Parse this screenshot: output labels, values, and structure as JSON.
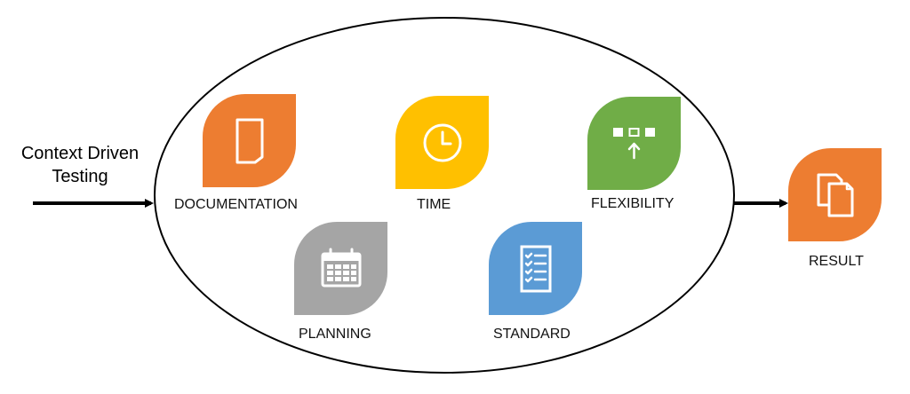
{
  "input": {
    "line1": "Context Driven",
    "line2": "Testing"
  },
  "factors": [
    {
      "label": "DOCUMENTATION",
      "icon": "document-icon",
      "color": "#ED7D31"
    },
    {
      "label": "TIME",
      "icon": "clock-icon",
      "color": "#FFC000"
    },
    {
      "label": "FLEXIBILITY",
      "icon": "flexibility-icon",
      "color": "#70AD47"
    },
    {
      "label": "PLANNING",
      "icon": "calendar-icon",
      "color": "#A5A5A5"
    },
    {
      "label": "STANDARD",
      "icon": "checklist-icon",
      "color": "#5B9BD5"
    }
  ],
  "result": {
    "label": "RESULT",
    "icon": "copy-documents-icon",
    "color": "#ED7D31"
  }
}
